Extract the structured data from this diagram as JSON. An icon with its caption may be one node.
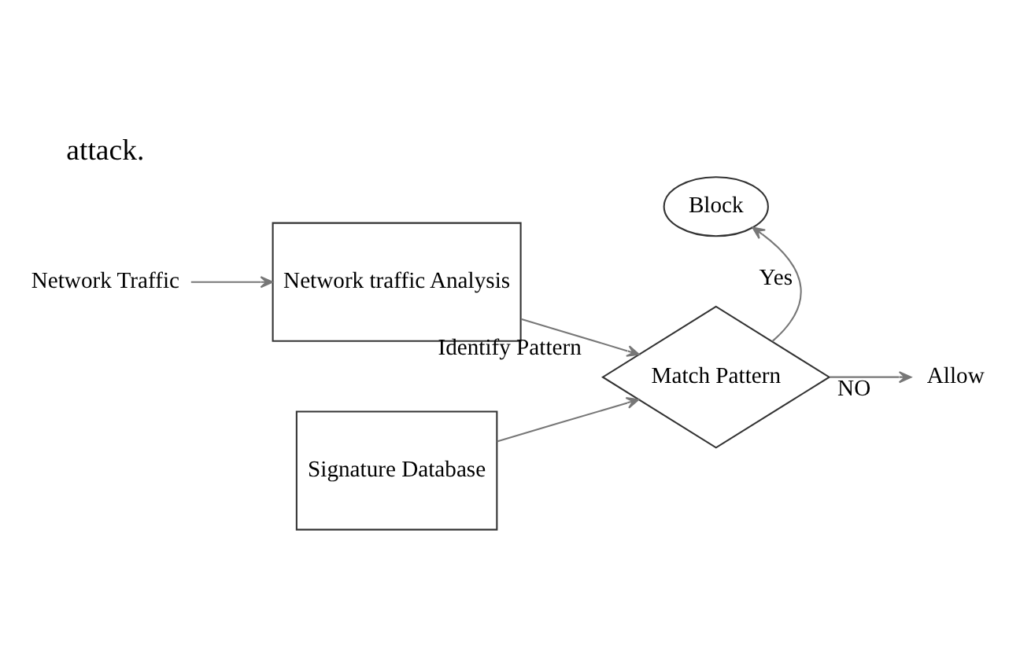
{
  "diagram": {
    "nodes": [
      {
        "text": [
          "Network Traffic"
        ]
      },
      {
        "text": [
          "Network traffic Analysis"
        ]
      },
      {
        "text": [
          "Block"
        ]
      },
      {
        "text": [
          "Match Pattern"
        ]
      },
      {
        "text": [
          "Allow"
        ]
      },
      {
        "text": [
          "Signature Database"
        ]
      }
    ],
    "edges": [
      {
        "from": 0,
        "to": 1,
        "arrow": "to"
      },
      {
        "from": 1,
        "to": 3,
        "arrow": "to",
        "label": "Identify Pattern"
      },
      {
        "from": 3,
        "to": 2,
        "arrow": "to",
        "label": "Yes"
      },
      {
        "from": 3,
        "to": 4,
        "arrow": "to",
        "label": "NO"
      },
      {
        "from": 5,
        "to": 3,
        "arrow": "to"
      }
    ],
    "labels": [
      "attack."
    ]
  }
}
